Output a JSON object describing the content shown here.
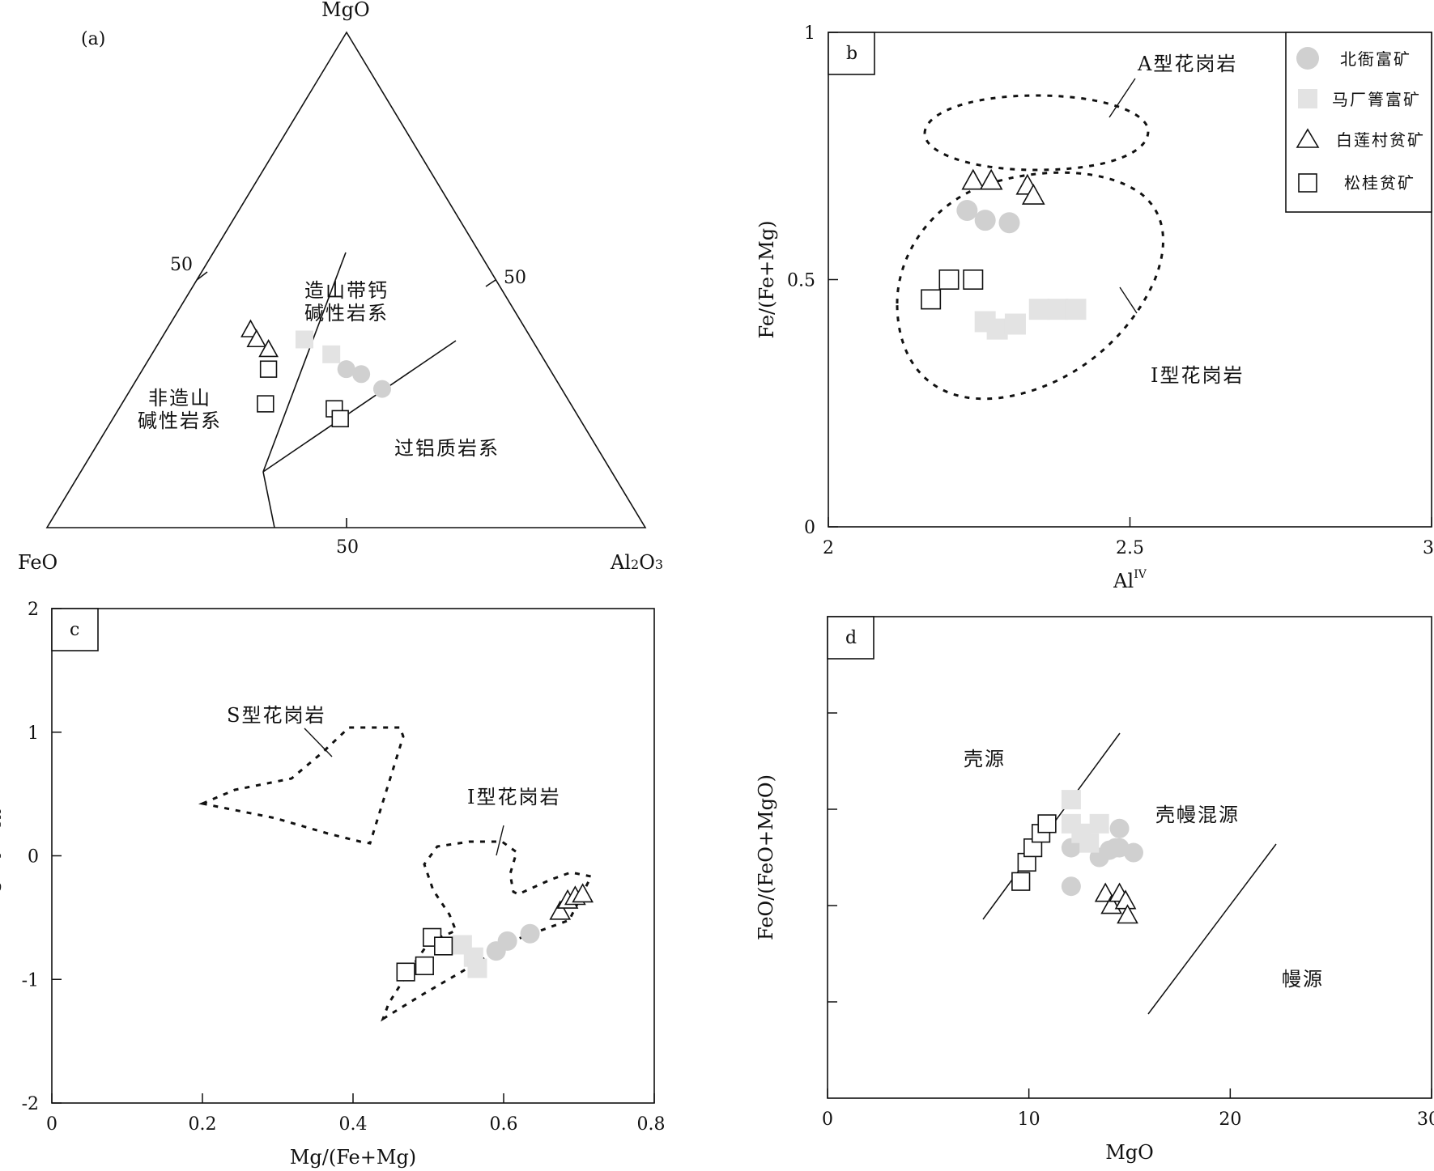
{
  "legend": [
    {
      "key": "circle",
      "label": "北衙富矿",
      "color": "#d0d0d0"
    },
    {
      "key": "square",
      "label": "马厂箐富矿",
      "color": "#e3e3e3"
    },
    {
      "key": "triangle",
      "label": "白莲村贫矿",
      "color": "#ffffff"
    },
    {
      "key": "box",
      "label": "松桂贫矿",
      "color": "#ffffff"
    }
  ],
  "chart_data": [
    {
      "id": "a",
      "type": "scatter",
      "subtype": "ternary",
      "panel_label": "(a)",
      "apex_labels": {
        "top": "MgO",
        "left": "FeO",
        "right": "Al2O3"
      },
      "axis_ticks": {
        "left_edge": "50",
        "right_edge": "50",
        "base": "50"
      },
      "fields": [
        "非造山\n碱性岩系",
        "造山带钙\n碱性岩系",
        "过铝质岩系"
      ],
      "series": [
        {
          "name": "北衙富矿",
          "marker": "circle",
          "points": [
            {
              "FeO": 0.34,
              "MgO": 0.32,
              "Al2O3": 0.34
            },
            {
              "FeO": 0.32,
              "MgO": 0.31,
              "Al2O3": 0.37
            },
            {
              "FeO": 0.3,
              "MgO": 0.28,
              "Al2O3": 0.42
            }
          ]
        },
        {
          "name": "马厂箐富矿",
          "marker": "square",
          "points": [
            {
              "FeO": 0.38,
              "MgO": 0.38,
              "Al2O3": 0.24
            },
            {
              "FeO": 0.35,
              "MgO": 0.35,
              "Al2O3": 0.3
            }
          ]
        },
        {
          "name": "白莲村贫矿",
          "marker": "triangle",
          "points": [
            {
              "FeO": 0.46,
              "MgO": 0.4,
              "Al2O3": 0.14
            },
            {
              "FeO": 0.46,
              "MgO": 0.38,
              "Al2O3": 0.16
            },
            {
              "FeO": 0.45,
              "MgO": 0.36,
              "Al2O3": 0.19
            }
          ]
        },
        {
          "name": "松桂贫矿",
          "marker": "box",
          "points": [
            {
              "FeO": 0.47,
              "MgO": 0.32,
              "Al2O3": 0.21
            },
            {
              "FeO": 0.51,
              "MgO": 0.25,
              "Al2O3": 0.24
            },
            {
              "FeO": 0.4,
              "MgO": 0.24,
              "Al2O3": 0.36
            },
            {
              "FeO": 0.4,
              "MgO": 0.22,
              "Al2O3": 0.38
            }
          ]
        }
      ]
    },
    {
      "id": "b",
      "type": "scatter",
      "panel_label": "b",
      "xlabel": "Al",
      "xlabel_sup": "IV",
      "ylabel": "Fe/(Fe+Mg)",
      "xlim": [
        2,
        3
      ],
      "ylim": [
        0,
        1
      ],
      "xticks": [
        "2",
        "2.5",
        "3"
      ],
      "yticks": [
        "0",
        "0.5",
        "1"
      ],
      "fields": [
        "A型花岗岩",
        "I型花岗岩"
      ],
      "series": [
        {
          "name": "北衙富矿",
          "marker": "circle",
          "points": [
            [
              2.23,
              0.64
            ],
            [
              2.26,
              0.62
            ],
            [
              2.3,
              0.615
            ]
          ]
        },
        {
          "name": "马厂箐富矿",
          "marker": "square",
          "points": [
            [
              2.26,
              0.415
            ],
            [
              2.28,
              0.4
            ],
            [
              2.31,
              0.41
            ],
            [
              2.35,
              0.44
            ],
            [
              2.38,
              0.44
            ],
            [
              2.41,
              0.44
            ]
          ]
        },
        {
          "name": "白莲村贫矿",
          "marker": "triangle",
          "points": [
            [
              2.24,
              0.7
            ],
            [
              2.27,
              0.7
            ],
            [
              2.33,
              0.69
            ],
            [
              2.34,
              0.67
            ]
          ]
        },
        {
          "name": "松桂贫矿",
          "marker": "box",
          "points": [
            [
              2.17,
              0.46
            ],
            [
              2.2,
              0.5
            ],
            [
              2.24,
              0.5
            ]
          ]
        }
      ]
    },
    {
      "id": "c",
      "type": "scatter",
      "panel_label": "c",
      "xlabel": "Mg/(Fe+Mg)",
      "ylabel": "log(XF/XOH)",
      "xlim": [
        0,
        0.8
      ],
      "ylim": [
        -2,
        2
      ],
      "xticks": [
        "0",
        "0.2",
        "0.4",
        "0.6",
        "0.8"
      ],
      "yticks": [
        "-2",
        "-1",
        "0",
        "1",
        "2"
      ],
      "fields": [
        "S型花岗岩",
        "I型花岗岩"
      ],
      "series": [
        {
          "name": "北衙富矿",
          "marker": "circle",
          "points": [
            [
              0.59,
              -0.77
            ],
            [
              0.605,
              -0.69
            ],
            [
              0.635,
              -0.63
            ]
          ]
        },
        {
          "name": "马厂箐富矿",
          "marker": "square",
          "points": [
            [
              0.545,
              -0.72
            ],
            [
              0.56,
              -0.82
            ],
            [
              0.565,
              -0.91
            ]
          ]
        },
        {
          "name": "白莲村贫矿",
          "marker": "triangle",
          "points": [
            [
              0.675,
              -0.45
            ],
            [
              0.685,
              -0.36
            ],
            [
              0.695,
              -0.33
            ],
            [
              0.705,
              -0.31
            ]
          ]
        },
        {
          "name": "松桂贫矿",
          "marker": "box",
          "points": [
            [
              0.47,
              -0.94
            ],
            [
              0.495,
              -0.89
            ],
            [
              0.505,
              -0.66
            ],
            [
              0.52,
              -0.73
            ]
          ]
        }
      ]
    },
    {
      "id": "d",
      "type": "scatter",
      "panel_label": "d",
      "xlabel": "MgO",
      "ylabel": "FeO/(FeO+MgO)",
      "xlim": [
        0,
        30
      ],
      "ylim": [
        0,
        1
      ],
      "xticks": [
        "0",
        "10",
        "20",
        "30"
      ],
      "fields": [
        "壳源",
        "壳幔混源",
        "幔源"
      ],
      "series": [
        {
          "name": "北衙富矿",
          "marker": "circle",
          "points": [
            [
              12.1,
              0.52
            ],
            [
              12.1,
              0.44
            ],
            [
              13.5,
              0.5
            ],
            [
              14.0,
              0.515
            ],
            [
              14.3,
              0.52
            ],
            [
              14.5,
              0.52
            ],
            [
              14.5,
              0.56
            ],
            [
              15.2,
              0.51
            ]
          ]
        },
        {
          "name": "马厂箐富矿",
          "marker": "square",
          "points": [
            [
              12.1,
              0.62
            ],
            [
              12.1,
              0.57
            ],
            [
              12.6,
              0.55
            ],
            [
              13.0,
              0.53
            ],
            [
              13.5,
              0.57
            ]
          ]
        },
        {
          "name": "白莲村贫矿",
          "marker": "triangle",
          "points": [
            [
              13.8,
              0.425
            ],
            [
              14.1,
              0.4
            ],
            [
              14.5,
              0.425
            ],
            [
              14.8,
              0.41
            ],
            [
              14.9,
              0.38
            ]
          ]
        },
        {
          "name": "松桂贫矿",
          "marker": "box",
          "points": [
            [
              9.6,
              0.45
            ],
            [
              9.9,
              0.49
            ],
            [
              10.2,
              0.52
            ],
            [
              10.6,
              0.55
            ],
            [
              10.9,
              0.57
            ]
          ]
        }
      ]
    }
  ]
}
